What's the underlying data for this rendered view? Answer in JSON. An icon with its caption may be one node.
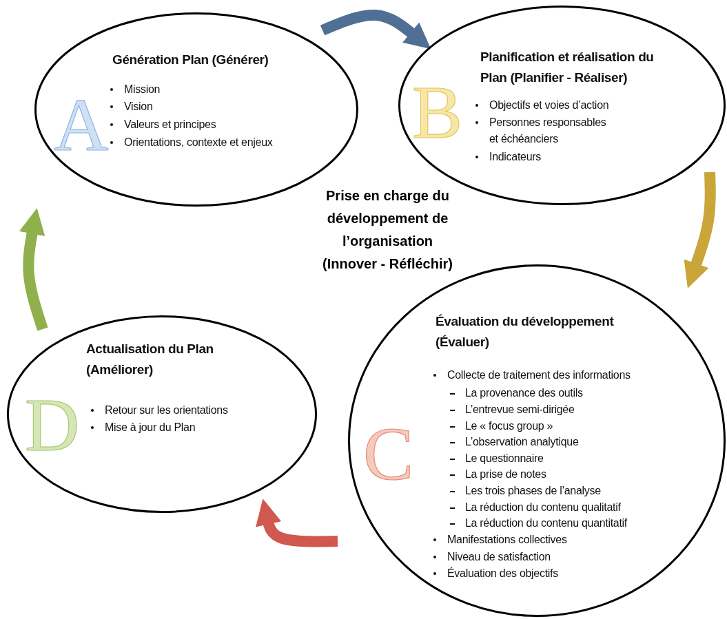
{
  "diagram": {
    "nodes": [
      {
        "text": [
          "A",
          "Génération Plan (Générer)",
          "Mission",
          "Vision",
          "Valeurs et principes",
          "Orientations, contexte et enjeux"
        ]
      },
      {
        "text": [
          "B",
          "Planification et réalisation du Plan (Planifier - Réaliser)",
          "Objectifs et voies d’action",
          "Personnes responsables et échéanciers",
          "Indicateurs"
        ]
      },
      {
        "text": [
          "C",
          "Évaluation du développement (Évaluer)",
          "Collecte de traitement des informations",
          "La provenance des outils",
          "L’entrevue semi-dirigée",
          "Le « focus group »",
          "L’observation analytique",
          "Le questionnaire",
          "La prise de notes",
          "Les trois phases de l’analyse",
          "La réduction du contenu qualitatif",
          "La réduction du contenu quantitatif",
          "Manifestations collectives",
          "Niveau de satisfaction",
          "Évaluation des objectifs"
        ]
      },
      {
        "text": [
          "D",
          "Actualisation du Plan (Améliorer)",
          "Retour sur les orientations",
          "Mise à jour du Plan"
        ]
      }
    ],
    "edges": [
      {
        "from": 0,
        "to": 1,
        "arrow": "to",
        "color": "#4f6f94"
      },
      {
        "from": 1,
        "to": 2,
        "arrow": "to",
        "color": "#c9a53a"
      },
      {
        "from": 2,
        "to": 3,
        "arrow": "to",
        "color": "#d0584e"
      },
      {
        "from": 3,
        "to": 0,
        "arrow": "to",
        "color": "#8fb04a"
      }
    ],
    "labels": [
      "Prise en charge du développement de l’organisation (Innover - Réfléchir)"
    ]
  }
}
